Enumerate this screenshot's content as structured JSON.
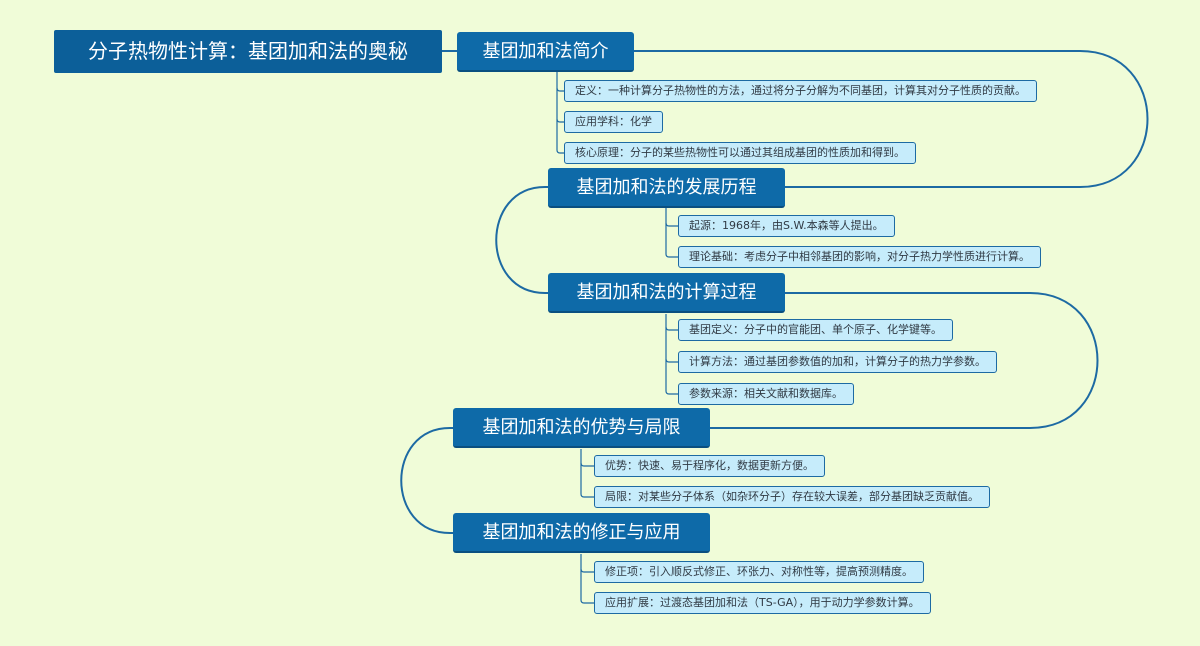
{
  "root": {
    "title": "分子热物性计算：基团加和法的奥秘"
  },
  "sections": [
    {
      "title": "基团加和法简介",
      "items": [
        "定义：一种计算分子热物性的方法，通过将分子分解为不同基团，计算其对分子性质的贡献。",
        "应用学科：化学",
        "核心原理：分子的某些热物性可以通过其组成基团的性质加和得到。"
      ]
    },
    {
      "title": "基团加和法的发展历程",
      "items": [
        "起源：1968年，由S.W.本森等人提出。",
        "理论基础：考虑分子中相邻基团的影响，对分子热力学性质进行计算。"
      ]
    },
    {
      "title": "基团加和法的计算过程",
      "items": [
        "基团定义：分子中的官能团、单个原子、化学键等。",
        "计算方法：通过基团参数值的加和，计算分子的热力学参数。",
        "参数来源：相关文献和数据库。"
      ]
    },
    {
      "title": "基团加和法的优势与局限",
      "items": [
        "优势：快速、易于程序化，数据更新方便。",
        "局限：对某些分子体系（如杂环分子）存在较大误差，部分基团缺乏贡献值。"
      ]
    },
    {
      "title": "基团加和法的修正与应用",
      "items": [
        "修正项：引入顺反式修正、环张力、对称性等，提高预测精度。",
        "应用扩展：过渡态基团加和法（TS-GA），用于动力学参数计算。"
      ]
    }
  ],
  "colors": {
    "background": "#f0fcd8",
    "root_fill": "#0c5f99",
    "section_fill": "#0e6aa8",
    "leaf_fill": "#c6ecfb",
    "leaf_border": "#1d6aa3",
    "connector": "#1d6aa3"
  }
}
